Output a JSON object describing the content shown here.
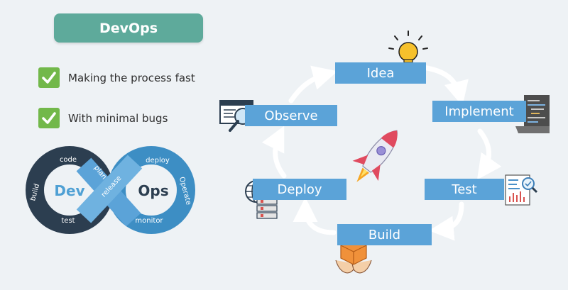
{
  "header": {
    "title": "DevOps"
  },
  "checklist": [
    {
      "label": "Making the process fast"
    },
    {
      "label": "With minimal bugs"
    }
  ],
  "infinity_logo": {
    "left_word": "Dev",
    "right_word": "Ops",
    "labels": {
      "build": "build",
      "code": "code",
      "plan": "plan",
      "release": "release",
      "deploy": "deploy",
      "operate": "Operate",
      "monitor": "monitor",
      "test": "test"
    },
    "colors": {
      "left_loop": "#2c3e50",
      "right_loop": "#3d8ec4",
      "band": "#5ba3d8"
    }
  },
  "cycle": {
    "steps": [
      {
        "label": "Idea"
      },
      {
        "label": "Implement"
      },
      {
        "label": "Test"
      },
      {
        "label": "Build"
      },
      {
        "label": "Deploy"
      },
      {
        "label": "Observe"
      }
    ],
    "box_color": "#5ba3d8",
    "icons": [
      "lightbulb-icon",
      "code-listing-icon",
      "report-magnifier-icon",
      "package-hands-icon",
      "globe-server-icon",
      "browser-magnifier-icon",
      "rocket-icon"
    ]
  }
}
